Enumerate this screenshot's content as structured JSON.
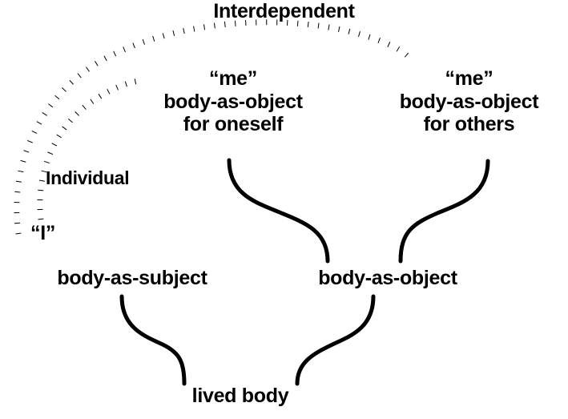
{
  "diagram": {
    "title": "Interdependent",
    "background_color": "#ffffff",
    "stroke_color": "#000000",
    "labels": {
      "interdependent": "Interdependent",
      "individual": "Individual"
    },
    "nodes": {
      "me_for_oneself": {
        "line1": "“me”",
        "line2": "body-as-object",
        "line3": "for oneself"
      },
      "me_for_others": {
        "line1": "“me”",
        "line2": "body-as-object",
        "line3": "for others"
      },
      "i_pronoun": "“I”",
      "body_as_subject": "body-as-subject",
      "body_as_object": "body-as-object",
      "lived_body": "lived body"
    },
    "connectors": {
      "solid": [
        {
          "name": "me-oneself-to-body-as-object",
          "from": "me_for_oneself",
          "to": "body_as_object",
          "style": "solid-s-curve"
        },
        {
          "name": "me-others-to-body-as-object",
          "from": "me_for_others",
          "to": "body_as_object",
          "style": "solid-s-curve"
        },
        {
          "name": "body-as-subject-to-lived-body",
          "from": "body_as_subject",
          "to": "lived_body",
          "style": "solid-s-curve"
        },
        {
          "name": "body-as-object-to-lived-body",
          "from": "body_as_object",
          "to": "lived_body",
          "style": "solid-s-curve"
        }
      ],
      "dotted": [
        {
          "name": "interdependent-arc",
          "label": "Interdependent",
          "from": "i_pronoun",
          "to": "me_for_others",
          "style": "dotted-arc"
        },
        {
          "name": "individual-arc",
          "label": "Individual",
          "from": "i_pronoun",
          "to": "me_for_oneself",
          "style": "dotted-arc"
        }
      ]
    }
  }
}
